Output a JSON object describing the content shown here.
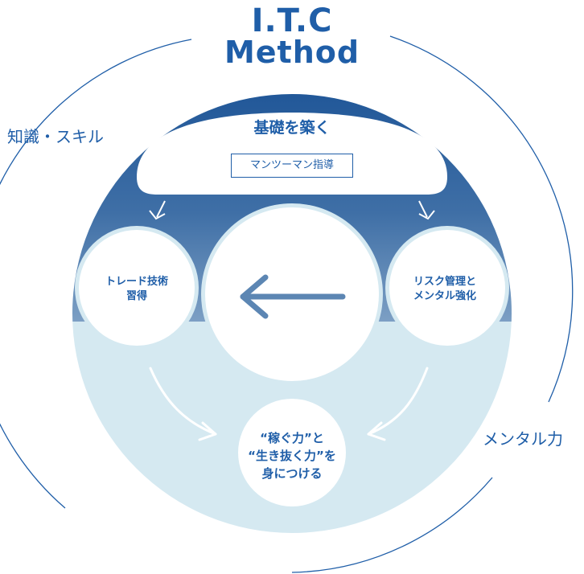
{
  "title": {
    "line1": "I.T.C",
    "line2": "Method"
  },
  "outer_labels": {
    "left": "知識・スキル",
    "right": "メンタル力"
  },
  "top_section": {
    "heading": "基礎を築く",
    "subtitle": "マンツーマン指導"
  },
  "nodes": {
    "left": {
      "line1": "トレード技術",
      "line2": "習得"
    },
    "right": {
      "line1": "リスク管理と",
      "line2": "メンタル強化"
    },
    "bottom": {
      "line1": "“稼ぐ力”と",
      "line2": "“生き抜く力”を",
      "line3": "身につける"
    }
  },
  "colors": {
    "primary": "#1f5ea8",
    "dark_blue": "#245a9b",
    "mid_blue": "#5c86b3",
    "light_blue": "#d5e9f1",
    "white": "#ffffff"
  }
}
